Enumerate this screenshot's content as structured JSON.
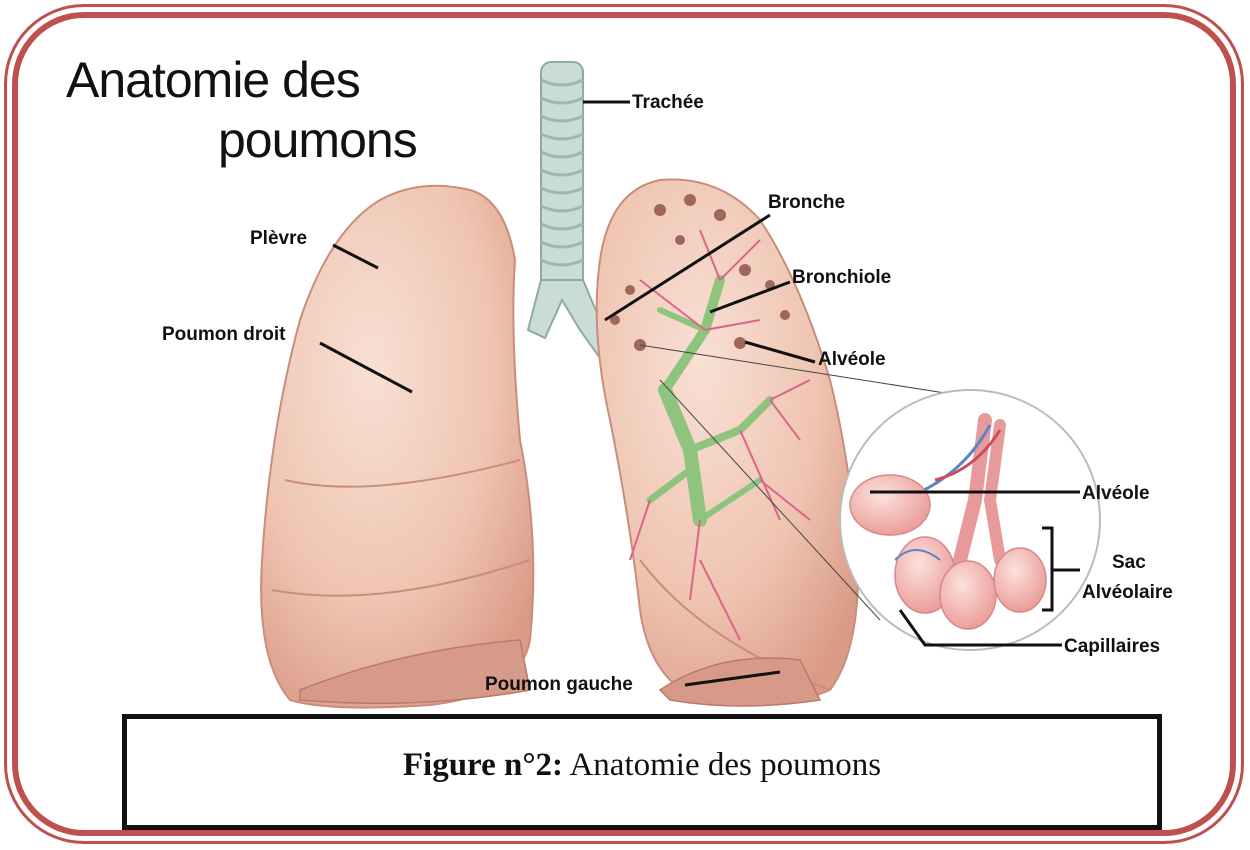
{
  "title": {
    "line1": "Anatomie des",
    "line2": "poumons"
  },
  "labels": {
    "trachea": "Trachée",
    "bronchus": "Bronche",
    "bronchiole": "Bronchiole",
    "alveolus": "Alvéole",
    "pleura": "Plèvre",
    "right_lung": "Poumon droit",
    "left_lung": "Poumon gauche",
    "inset_alveolus": "Alvéole",
    "sac_line1": "Sac",
    "sac_line2": "Alvéolaire",
    "capillaries": "Capillaires"
  },
  "caption": {
    "prefix": "Figure n°2:",
    "text": " Anatomie des poumons"
  },
  "colors": {
    "frame": "#c0504d",
    "lung": "#f1c9b8",
    "trachea": "#c9dcd8",
    "bronchi": "#9fcf8f",
    "vessels": "#d9668a"
  }
}
